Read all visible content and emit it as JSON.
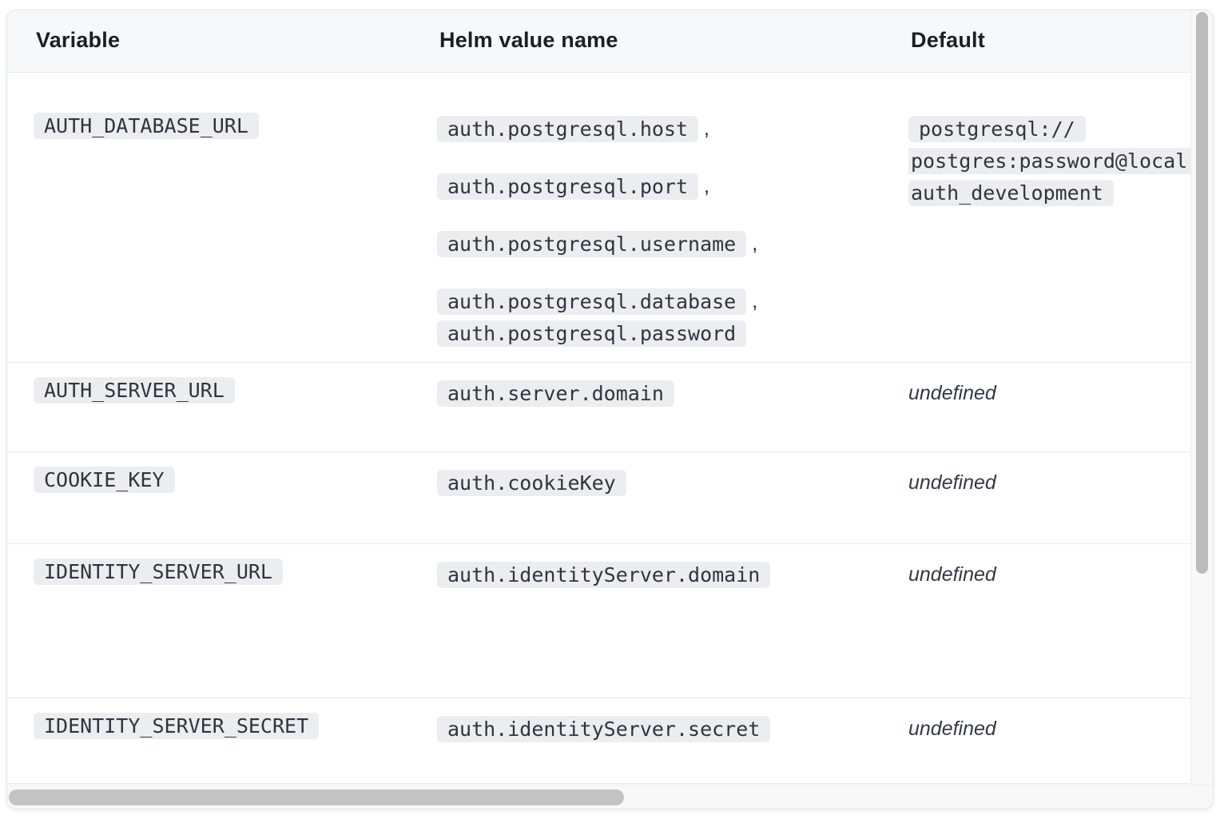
{
  "table": {
    "headers": [
      "Variable",
      "Helm value name",
      "Default"
    ],
    "rows": [
      {
        "variable": "AUTH_DATABASE_URL",
        "helm_values": [
          {
            "code": "auth.postgresql.host",
            "separator": ","
          },
          {
            "code": "auth.postgresql.port",
            "separator": ","
          },
          {
            "code": "auth.postgresql.username",
            "separator": ","
          },
          {
            "code": "auth.postgresql.database",
            "separator": ","
          },
          {
            "code": "auth.postgresql.password",
            "separator": ""
          }
        ],
        "default_value": {
          "kind": "code",
          "lines": [
            "postgresql://",
            "postgres:password@local",
            "auth_development"
          ]
        }
      },
      {
        "variable": "AUTH_SERVER_URL",
        "helm_values": [
          {
            "code": "auth.server.domain",
            "separator": ""
          }
        ],
        "default_value": {
          "kind": "italic",
          "text": "undefined"
        }
      },
      {
        "variable": "COOKIE_KEY",
        "helm_values": [
          {
            "code": "auth.cookieKey",
            "separator": ""
          }
        ],
        "default_value": {
          "kind": "italic",
          "text": "undefined"
        }
      },
      {
        "variable": "IDENTITY_SERVER_URL",
        "helm_values": [
          {
            "code": "auth.identityServer.domain",
            "separator": ""
          }
        ],
        "default_value": {
          "kind": "italic",
          "text": "undefined"
        }
      },
      {
        "variable": "IDENTITY_SERVER_SECRET",
        "helm_values": [
          {
            "code": "auth.identityServer.secret",
            "separator": ""
          }
        ],
        "default_value": {
          "kind": "italic",
          "text": "undefined"
        }
      }
    ]
  },
  "colors": {
    "header_bg": "#f6f8fa",
    "code_chip_bg": "#ebedf0",
    "code_chip_text": "#2f353d",
    "header_text": "#1a1f24",
    "row_border": "#e7e9ec",
    "scroll_thumb": "#c3c3c3",
    "scroll_track": "#f8f8f8"
  },
  "scrollbars": {
    "horizontal_visible": true,
    "vertical_visible": true
  }
}
